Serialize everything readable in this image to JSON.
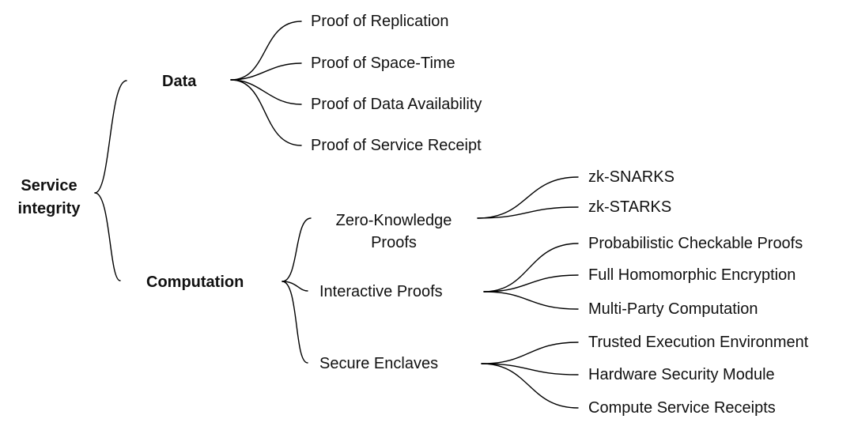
{
  "root": {
    "line1": "Service",
    "line2": "integrity"
  },
  "categories": {
    "data": {
      "label": "Data",
      "leaves": [
        "Proof of Replication",
        "Proof of Space-Time",
        "Proof of Data Availability",
        "Proof of Service Receipt"
      ]
    },
    "computation": {
      "label": "Computation",
      "groups": [
        {
          "line1": "Zero-Knowledge",
          "line2": "Proofs",
          "leaves": [
            "zk-SNARKS",
            "zk-STARKS"
          ]
        },
        {
          "line1": "Interactive Proofs",
          "line2": "",
          "leaves": [
            "Probabilistic Checkable Proofs",
            "Full Homomorphic Encryption",
            "Multi-Party Computation"
          ]
        },
        {
          "line1": "Secure Enclaves",
          "line2": "",
          "leaves": [
            "Trusted Execution Environment",
            "Hardware Security Module",
            "Compute Service Receipts"
          ]
        }
      ]
    }
  },
  "colors": {
    "line": "#000000",
    "text": "#111111",
    "background": "#ffffff"
  }
}
